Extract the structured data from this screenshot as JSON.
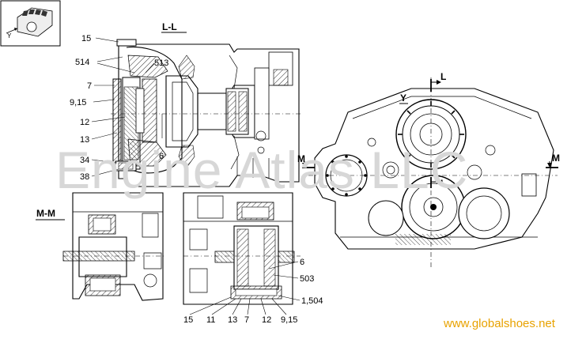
{
  "watermark": "Engine Atlas LLC",
  "website": "www.globalshoes.net",
  "thumbnail": {
    "axis_label": "Y"
  },
  "section_ll": {
    "title": "L-L",
    "callouts_left": [
      "15",
      "514",
      "7",
      "9,15",
      "12",
      "13",
      "34",
      "38"
    ],
    "callout_513": "513",
    "callout_6": "6"
  },
  "section_mm": {
    "title": "M-M",
    "callouts_right": [
      "6",
      "503",
      "1,504"
    ],
    "callouts_bottom": [
      "15",
      "11",
      "13",
      "7",
      "12",
      "9,15"
    ]
  },
  "view_y": {
    "title": "Y",
    "marker_l": "L",
    "marker_m": "M"
  },
  "icons": [
    "engine-block-thumbnail-icon"
  ]
}
